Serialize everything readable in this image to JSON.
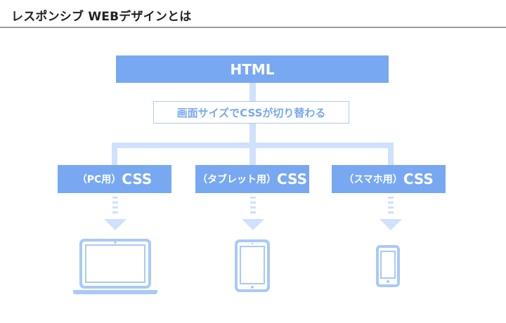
{
  "header": {
    "title": "レスポンシブ WEBデザインとは"
  },
  "diagram": {
    "root": {
      "label": "HTML"
    },
    "switch_label": "画面サイズでCSSが切り替わる",
    "branches": [
      {
        "sub_label": "（PC用）",
        "css_label": "CSS",
        "device": "laptop-icon"
      },
      {
        "sub_label": "（タブレット用）",
        "css_label": "CSS",
        "device": "tablet-icon"
      },
      {
        "sub_label": "（スマホ用）",
        "css_label": "CSS",
        "device": "smartphone-icon"
      }
    ]
  },
  "colors": {
    "node_fill": "#78a8f2",
    "connector": "#cfe1fb",
    "device_stroke": "#a9c9f7",
    "title_rule": "#9a9a9a"
  }
}
